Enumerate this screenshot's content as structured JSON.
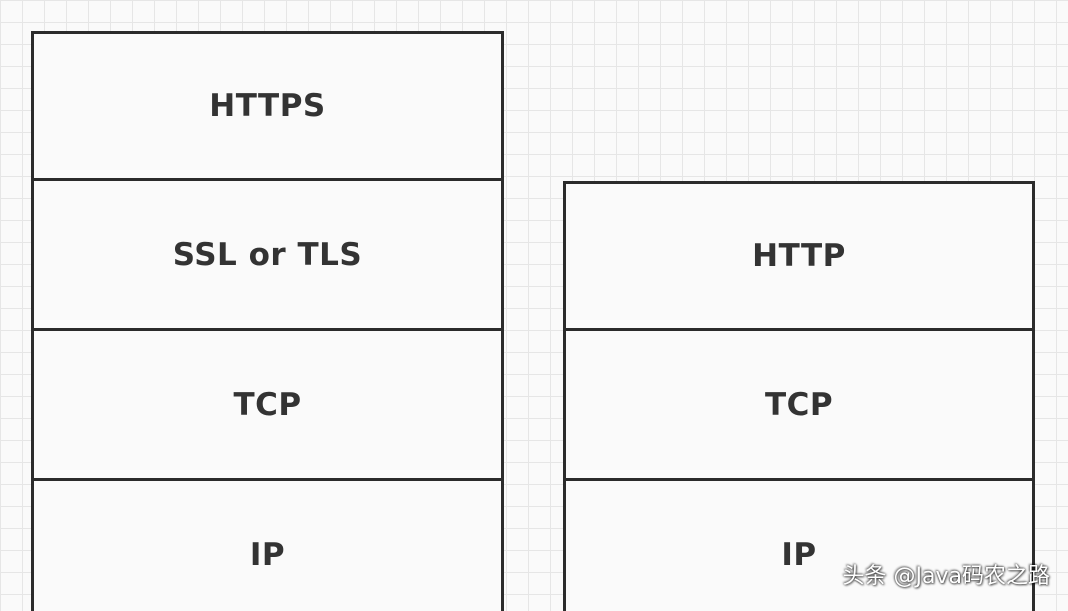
{
  "diagram": {
    "stacks": [
      {
        "layers": [
          "HTTPS",
          "SSL or TLS",
          "TCP",
          "IP"
        ]
      },
      {
        "layers": [
          "HTTP",
          "TCP",
          "IP"
        ]
      }
    ]
  },
  "watermark": {
    "text": "头条 @Java码农之路"
  },
  "colors": {
    "background": "#fafafa",
    "grid_line": "#e6e6e6",
    "border": "#2b2b2b",
    "label_text": "#333333"
  }
}
